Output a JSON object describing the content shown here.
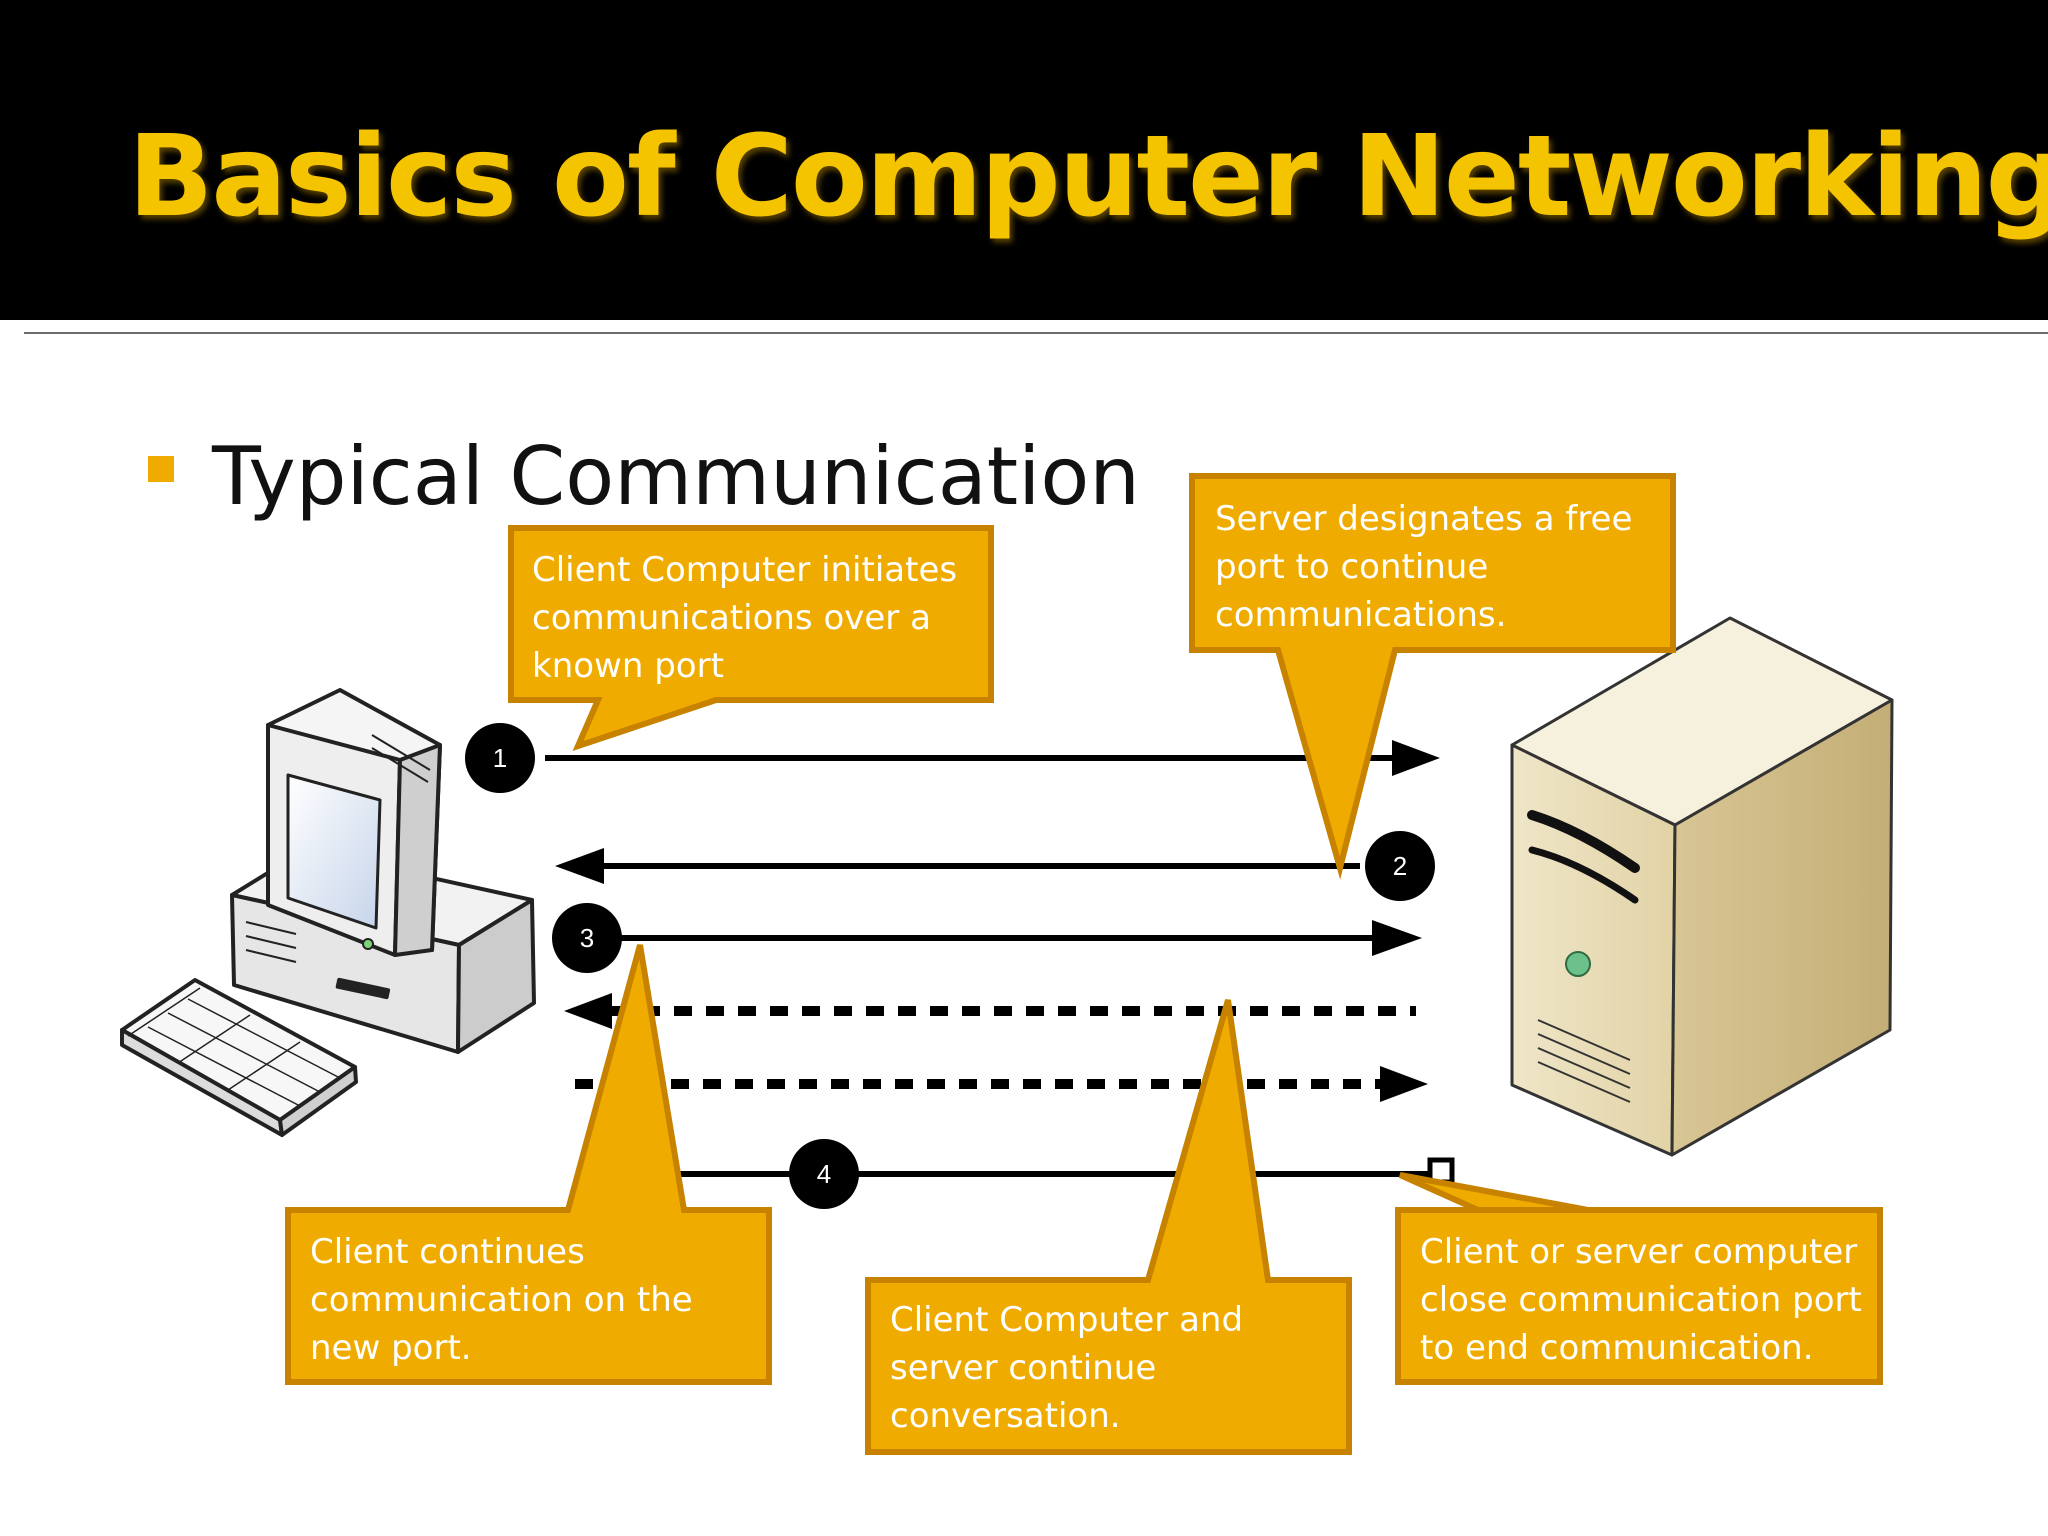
{
  "slide": {
    "title": "Basics of Computer Networking",
    "bullet": "Typical Communication"
  },
  "colors": {
    "callout_fill": "#f0ab00",
    "callout_border": "#c78200",
    "title_color": "#f5c400"
  },
  "icons": {
    "client": "desktop-computer-icon",
    "server": "server-tower-icon"
  },
  "steps": [
    "1",
    "2",
    "3",
    "4"
  ],
  "callouts": {
    "client_initiates": "Client Computer initiates\ncommunications over a\nknown port",
    "server_designates": "Server designates a free\nport to continue\ncommunications.",
    "client_continues": "Client continues\ncommunication on the\nnew port.",
    "conversation": "Client Computer and\nserver continue\nconversation.",
    "close": "Client or server computer\nclose communication port\nto end communication."
  }
}
